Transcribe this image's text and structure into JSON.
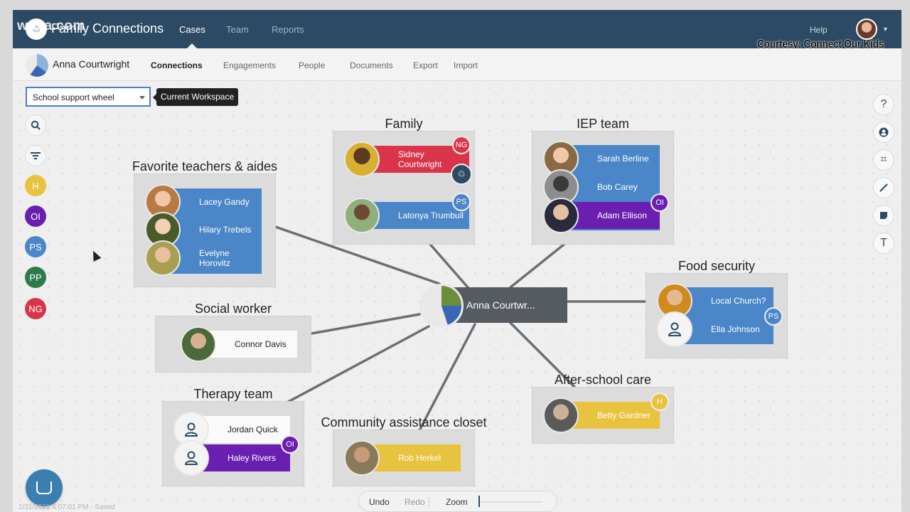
{
  "colors": {
    "header": "#2c4a63",
    "blue": "#4a86c8",
    "red": "#d9344a",
    "purple": "#6a1fb0",
    "yellow": "#e8c340",
    "green": "#2f7a4a"
  },
  "watermark": "wusa.com",
  "header": {
    "app_name": "Family Connections",
    "nav": [
      "Cases",
      "Team",
      "Reports"
    ],
    "help": "Help",
    "courtesy": "Courtesy: Connect Our Kids"
  },
  "subheader": {
    "person_name": "Anna Courtwright",
    "tabs": [
      "Connections",
      "Engagements",
      "People",
      "Documents",
      "Export",
      "Import"
    ]
  },
  "workspace": {
    "selected": "School support wheel",
    "tooltip": "Current Workspace"
  },
  "left_toolbar": {
    "icons": [
      "search-icon",
      "filter-icon"
    ],
    "tags": [
      "H",
      "OI",
      "PS",
      "PP",
      "NG"
    ]
  },
  "right_toolbar": {
    "icons": [
      "help-icon",
      "person-icon",
      "focus-icon",
      "line-icon",
      "note-icon",
      "text-icon"
    ],
    "text_glyph": "T"
  },
  "center": {
    "name": "Anna Courtwr..."
  },
  "groups": {
    "family": {
      "title": "Family",
      "members": [
        {
          "name": "Sidney Courtwright",
          "badge": "NG"
        },
        {
          "name": "Latonya Trumbull",
          "badge": "PS"
        }
      ]
    },
    "iep": {
      "title": "IEP team",
      "members": [
        {
          "name": "Sarah Berline"
        },
        {
          "name": "Bob Carey"
        },
        {
          "name": "Adam Ellison",
          "badge": "OI"
        }
      ]
    },
    "teachers": {
      "title": "Favorite teachers & aides",
      "members": [
        {
          "name": "Lacey Gandy"
        },
        {
          "name": "Hilary Trebels"
        },
        {
          "name": "Evelyne Horovitz"
        }
      ]
    },
    "food": {
      "title": "Food security",
      "members": [
        {
          "name": "Local Church?"
        },
        {
          "name": "Ella Johnson"
        }
      ],
      "badge": "PS"
    },
    "social": {
      "title": "Social worker",
      "members": [
        {
          "name": "Connor Davis"
        }
      ]
    },
    "afterschool": {
      "title": "After-school care",
      "members": [
        {
          "name": "Betty Gardner",
          "badge": "H"
        }
      ]
    },
    "therapy": {
      "title": "Therapy team",
      "members": [
        {
          "name": "Jordan Quick"
        },
        {
          "name": "Haley Rivers",
          "badge": "OI"
        }
      ]
    },
    "closet": {
      "title": "Community assistance closet",
      "members": [
        {
          "name": "Rob Herkel"
        }
      ]
    }
  },
  "bottombar": {
    "undo": "Undo",
    "redo": "Redo",
    "zoom": "Zoom"
  },
  "footer": "1/31/2021 4:07:01 PM - Saved"
}
